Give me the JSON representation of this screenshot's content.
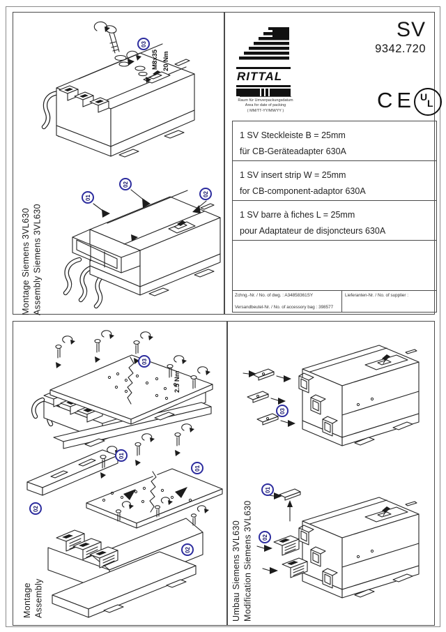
{
  "header": {
    "product_family": "SV",
    "model_number": "9342.720",
    "brand": "RITTAL",
    "packing_note_lines": [
      "Raum für Umverpackungsdatum",
      "Area for date of packing",
      "( MM/TT-YY/MM/YY )"
    ],
    "certifications": {
      "ce": "CE",
      "ul_u": "U",
      "ul_l": "L"
    }
  },
  "top_panel": {
    "side_label_line1": "Montage Siemens 3VL630",
    "side_label_line2": "Assembly Siemens 3VL630",
    "bolt_diagram": {
      "callout": "03",
      "bolt_label": "M8x35",
      "torque_label": "20 Nm"
    },
    "adapter_diagram": {
      "callouts": [
        "01",
        "02",
        "02"
      ]
    },
    "description_rows": [
      {
        "line1": "1 SV Steckleiste B = 25mm",
        "line2": "für CB-Geräteadapter 630A"
      },
      {
        "line1": "1 SV insert strip W = 25mm",
        "line2": "for CB-component-adaptor 630A"
      },
      {
        "line1": "1 SV barre à fiches L = 25mm",
        "line2": "pour Adaptateur de disjoncteurs 630A"
      }
    ],
    "info_table": {
      "drawing_label": "Zchng.-Nr. / No. of dwg. :",
      "drawing_value": "A34858361SY",
      "bag_label": "Versandbeutel-Nr. / No. of accessory bag :",
      "bag_value": "398577",
      "supplier_label": "Lieferanten-Nr. / No. of supplier :"
    }
  },
  "bottom_panel": {
    "left_side_label_line1": "Montage",
    "left_side_label_line2": "Assembly",
    "right_side_label_line1": "Umbau Siemens 3VL630",
    "right_side_label_line2": "Modification Siemens 3VL630",
    "plate_diagram": {
      "callout": "03",
      "torque_label": "2.5 Nm"
    },
    "exploded_diagram": {
      "callouts": [
        "01",
        "01",
        "02",
        "02"
      ]
    },
    "strips_diagram": {
      "callout": "03"
    },
    "covers_diagram": {
      "callouts": [
        "01",
        "02"
      ]
    }
  }
}
